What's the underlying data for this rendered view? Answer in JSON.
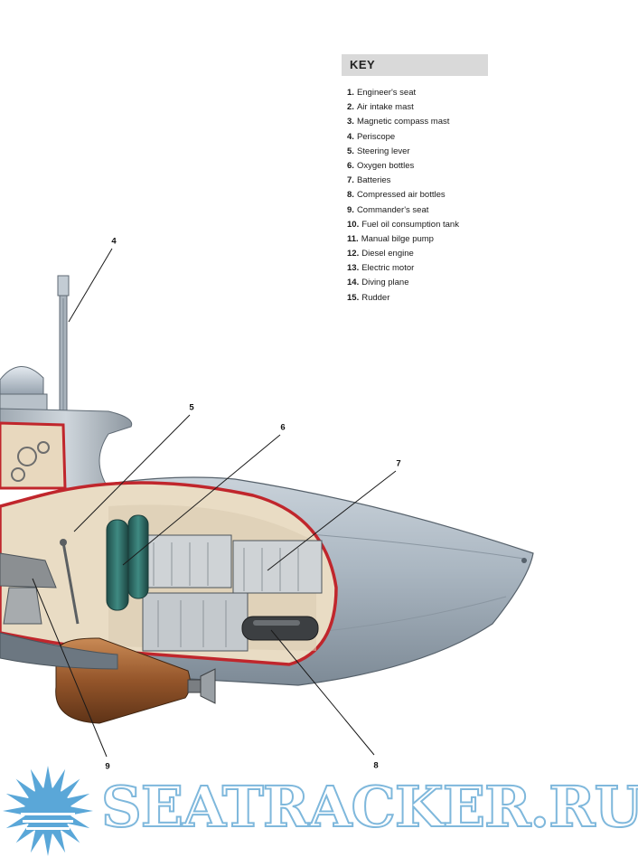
{
  "key": {
    "title": "KEY",
    "items": [
      {
        "num": "1.",
        "label": "Engineer's seat"
      },
      {
        "num": "2.",
        "label": "Air intake mast"
      },
      {
        "num": "3.",
        "label": "Magnetic compass mast"
      },
      {
        "num": "4.",
        "label": "Periscope"
      },
      {
        "num": "5.",
        "label": "Steering lever"
      },
      {
        "num": "6.",
        "label": "Oxygen bottles"
      },
      {
        "num": "7.",
        "label": "Batteries"
      },
      {
        "num": "8.",
        "label": "Compressed air bottles"
      },
      {
        "num": "9.",
        "label": "Commander's seat"
      },
      {
        "num": "10.",
        "label": "Fuel oil consumption tank"
      },
      {
        "num": "11.",
        "label": "Manual bilge pump"
      },
      {
        "num": "12.",
        "label": "Diesel engine"
      },
      {
        "num": "13.",
        "label": "Electric motor"
      },
      {
        "num": "14.",
        "label": "Diving plane"
      },
      {
        "num": "15.",
        "label": "Rudder"
      }
    ]
  },
  "callouts": {
    "c4": "4",
    "c5": "5",
    "c6": "6",
    "c7": "7",
    "c8": "8",
    "c9": "9"
  },
  "watermark": {
    "text": "SEATRACKER.RU",
    "color": "#7fb8dc"
  },
  "colors": {
    "hull": "#aeb9c4",
    "cutaway_edge": "#c0262c",
    "battery": "#cfd3d6",
    "oxygen_bottle": "#2f6e68",
    "torpedo": "#9a5a2e",
    "interior": "#e9dcc4"
  }
}
